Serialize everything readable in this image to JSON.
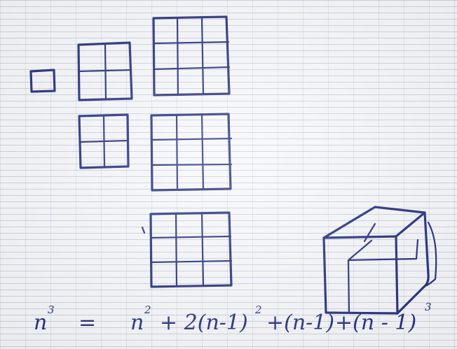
{
  "ink_color": "#1e2a78",
  "paper_color": "#f7f8fb",
  "formula": {
    "lhs": "n",
    "lhs_exp": "3",
    "equals": "=",
    "t1": "n",
    "t1_exp": "2",
    "t2": "+ 2(n-1)",
    "t2_exp": "2",
    "t3": "+(n-1)",
    "t4": "+(n - 1)",
    "t4_exp": "3"
  }
}
